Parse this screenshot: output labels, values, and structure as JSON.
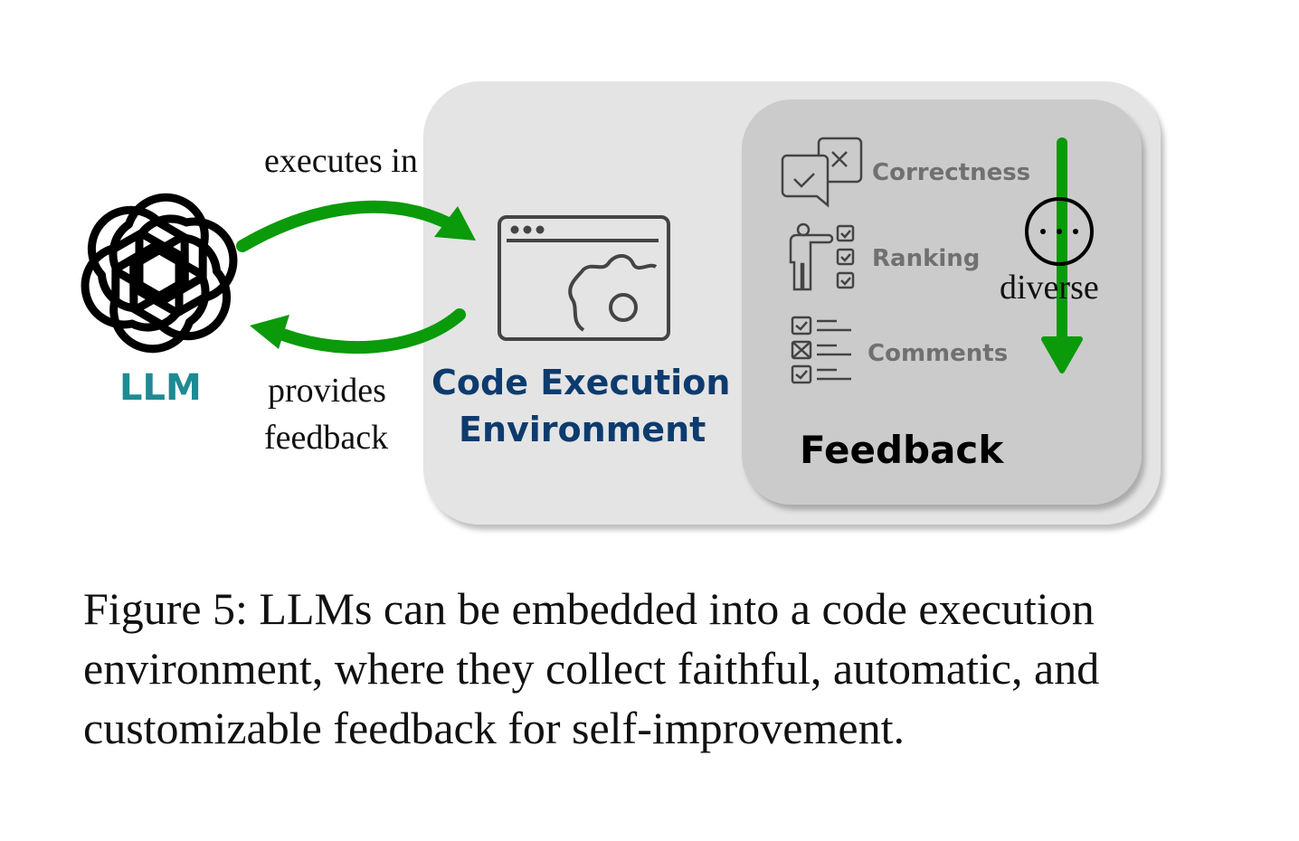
{
  "diagram": {
    "llm_label": "LLM",
    "arrow_top_label": "executes in",
    "arrow_bottom_label_line1": "provides",
    "arrow_bottom_label_line2": "feedback",
    "env_label_line1": "Code Execution",
    "env_label_line2": "Environment",
    "feedback_items": [
      "Correctness",
      "Ranking",
      "Comments"
    ],
    "feedback_title": "Feedback",
    "diverse_label": "diverse",
    "icons": [
      "openai-logo-icon",
      "code-window-gear-icon",
      "chat-check-cross-icon",
      "presenter-checklist-icon",
      "checklist-icon",
      "ellipsis-circle-icon"
    ],
    "colors": {
      "arrow": "#0a9a0a",
      "llm": "#1f8a94",
      "env": "#0d3b6e",
      "outer_box": "#e4e4e4",
      "inner_box": "#cbcbcb",
      "item_text": "#707070"
    }
  },
  "caption": {
    "line1": "Figure 5: LLMs can be embedded into a code execution",
    "line2": "environment, where they collect faithful, automatic, and",
    "line3": "customizable feedback for self-improvement."
  }
}
